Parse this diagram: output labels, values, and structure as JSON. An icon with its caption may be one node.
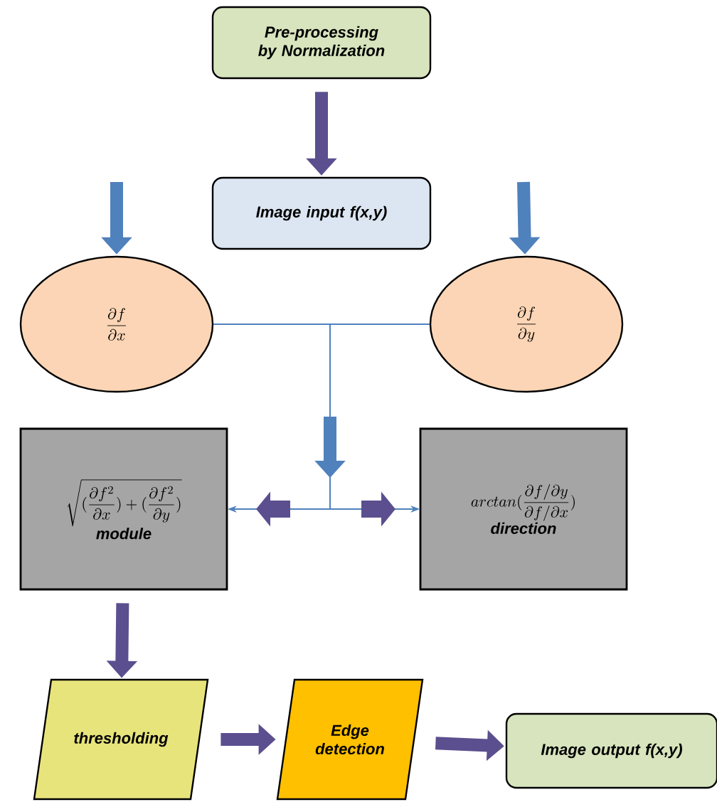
{
  "diagram": {
    "nodes": [
      {
        "text": [
          "Pre-processing by Normalization"
        ]
      },
      {
        "text": [
          "Image input f(x,y)"
        ]
      },
      {
        "text": [
          "\\frac{\\partial f}{\\partial x}"
        ]
      },
      {
        "text": [
          "\\frac{\\partial f}{\\partial y}"
        ]
      },
      {
        "text": [
          "\\sqrt{(\\frac{\\partial f^2}{\\partial x})+(\\frac{\\partial f^2}{\\partial y})}",
          "module"
        ]
      },
      {
        "text": [
          "arctan(\\frac{\\partial f/\\partial y}{\\partial f/\\partial x})",
          "direction"
        ]
      },
      {
        "text": [
          "thresholding"
        ]
      },
      {
        "text": [
          "Edge detection"
        ]
      },
      {
        "text": [
          "Image output f(x,y)"
        ]
      }
    ],
    "edges": [
      {
        "from": 0,
        "to": 1,
        "arrow": "to"
      },
      {
        "from": null,
        "to": 2,
        "arrow": "to",
        "color": "#4f81bd"
      },
      {
        "from": null,
        "to": 3,
        "arrow": "to",
        "color": "#4f81bd"
      },
      {
        "from": 2,
        "to": 4,
        "arrow": "to",
        "color": "#4f81bd"
      },
      {
        "from": 3,
        "to": 4,
        "arrow": "to",
        "color": "#4f81bd"
      },
      {
        "from": 2,
        "to": 5,
        "arrow": "to",
        "color": "#4f81bd"
      },
      {
        "from": 3,
        "to": 5,
        "arrow": "to",
        "color": "#4f81bd"
      },
      {
        "from": 4,
        "to": 6,
        "arrow": "to"
      },
      {
        "from": 6,
        "to": 7,
        "arrow": "to"
      },
      {
        "from": 7,
        "to": 8,
        "arrow": "to"
      }
    ]
  }
}
